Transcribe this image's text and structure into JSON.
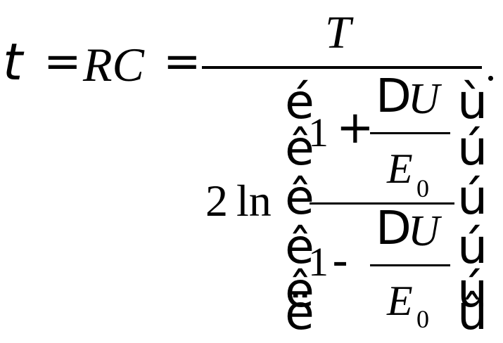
{
  "equation": {
    "tau": "t",
    "eq1": "=",
    "rc": "RC",
    "eq2": "=",
    "numerator": "T",
    "period": ".",
    "coef": "2",
    "ln": "ln",
    "br_left": [
      "é",
      "ê",
      "ê",
      "ê",
      "ê",
      "ë"
    ],
    "br_right": [
      "ù",
      "ú",
      "ú",
      "ú",
      "ú",
      "û"
    ],
    "top_one": "1",
    "plus": "+",
    "bot_one": "1",
    "minus": "-",
    "delta_top": "D",
    "u_top": "U",
    "e_top": "E",
    "sub_top": "0",
    "delta_bot": "D",
    "u_bot": "U",
    "e_bot": "E",
    "sub_bot": "0"
  }
}
